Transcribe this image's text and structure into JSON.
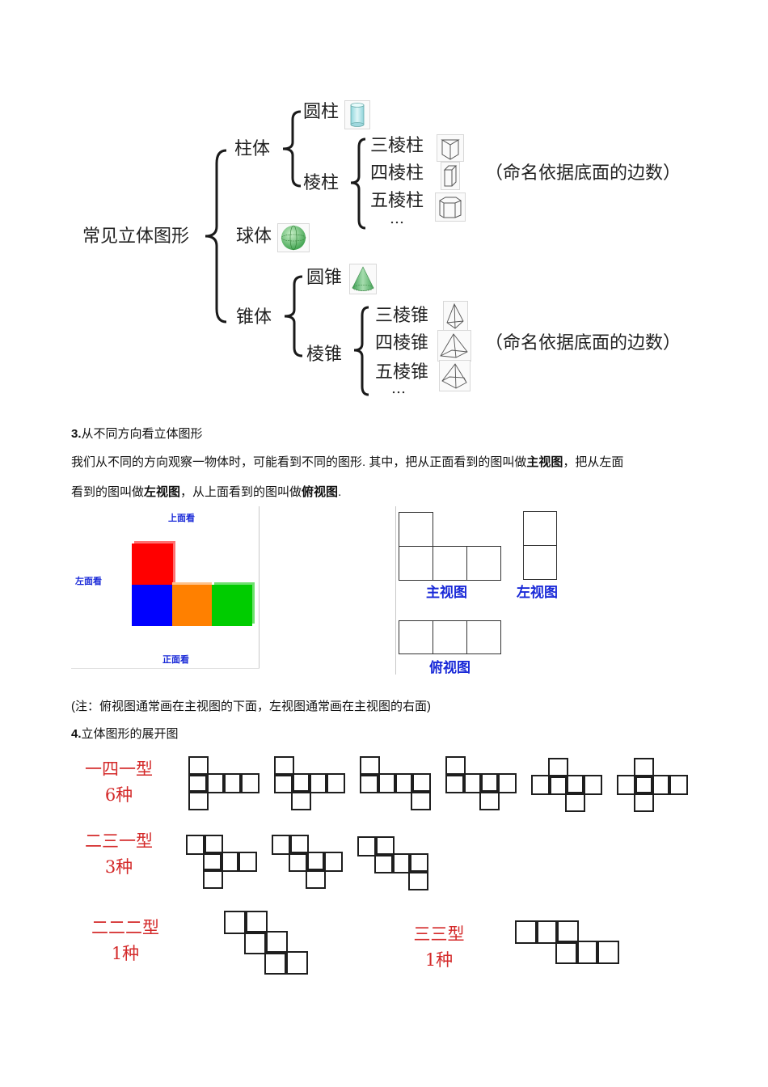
{
  "tree": {
    "root": "常见立体图形",
    "prism": {
      "label": "柱体",
      "cylinder": "圆柱",
      "prisms_label": "棱柱",
      "prisms": [
        "三棱柱",
        "四棱柱",
        "五棱柱"
      ],
      "ellipsis": "…",
      "note": "（命名依据底面的边数）"
    },
    "sphere": {
      "label": "球体"
    },
    "cone_group": {
      "label": "锥体",
      "cone": "圆锥",
      "pyramids_label": "棱锥",
      "pyramids": [
        "三棱锥",
        "四棱锥",
        "五棱锥"
      ],
      "ellipsis": "…",
      "note": "（命名依据底面的边数）"
    }
  },
  "section3": {
    "number": "3.",
    "title": "从不同方向看立体图形",
    "para_line1_a": "我们从不同的方向观察一物体时，可能看到不同的图形. 其中，把从正面看到的图叫做",
    "para_line1_b": "主视图",
    "para_line1_c": "，把从左面",
    "para_line2_a": "看到的图叫做",
    "para_line2_b": "左视图",
    "para_line2_c": "，从上面看到的图叫做",
    "para_line2_d": "俯视图",
    "para_line2_e": ".",
    "figure": {
      "top_label": "上面看",
      "left_label": "左面看",
      "front_label": "正面看",
      "cube_colors": {
        "red": "#ff0000",
        "blue": "#0000ff",
        "orange": "#ff8000",
        "green": "#00cc00"
      }
    },
    "views": {
      "front": "主视图",
      "left": "左视图",
      "top": "俯视图"
    },
    "note": "(注：俯视图通常画在主视图的下面，左视图通常画在主视图的右面)"
  },
  "section4": {
    "number": "4.",
    "title": "立体图形的展开图",
    "groups": [
      {
        "type": "一四一型",
        "count": "6种"
      },
      {
        "type": "二三一型",
        "count": "3种"
      },
      {
        "type": "二二二型",
        "count": "1种"
      },
      {
        "type": "三三型",
        "count": "1种"
      }
    ],
    "nets_141": [
      [
        [
          0,
          0
        ],
        [
          0,
          1
        ],
        [
          1,
          1
        ],
        [
          2,
          1
        ],
        [
          3,
          1
        ],
        [
          0,
          2
        ]
      ],
      [
        [
          0,
          0
        ],
        [
          0,
          1
        ],
        [
          1,
          1
        ],
        [
          2,
          1
        ],
        [
          3,
          1
        ],
        [
          1,
          2
        ]
      ],
      [
        [
          0,
          0
        ],
        [
          0,
          1
        ],
        [
          1,
          1
        ],
        [
          2,
          1
        ],
        [
          3,
          1
        ],
        [
          3,
          2
        ]
      ],
      [
        [
          0,
          0
        ],
        [
          0,
          1
        ],
        [
          1,
          1
        ],
        [
          2,
          1
        ],
        [
          3,
          1
        ],
        [
          2,
          2
        ]
      ],
      [
        [
          1,
          0
        ],
        [
          0,
          1
        ],
        [
          1,
          1
        ],
        [
          2,
          1
        ],
        [
          3,
          1
        ],
        [
          2,
          2
        ]
      ],
      [
        [
          1,
          0
        ],
        [
          0,
          1
        ],
        [
          1,
          1
        ],
        [
          2,
          1
        ],
        [
          3,
          1
        ],
        [
          1,
          2
        ]
      ]
    ],
    "nets_231": [
      [
        [
          0,
          0
        ],
        [
          1,
          0
        ],
        [
          1,
          1
        ],
        [
          2,
          1
        ],
        [
          3,
          1
        ],
        [
          1,
          2
        ]
      ],
      [
        [
          0,
          0
        ],
        [
          1,
          0
        ],
        [
          1,
          1
        ],
        [
          2,
          1
        ],
        [
          3,
          1
        ],
        [
          2,
          2
        ]
      ],
      [
        [
          0,
          0
        ],
        [
          1,
          0
        ],
        [
          1,
          1
        ],
        [
          2,
          1
        ],
        [
          3,
          1
        ],
        [
          3,
          2
        ]
      ]
    ],
    "net_222": [
      [
        0,
        0
      ],
      [
        1,
        0
      ],
      [
        1,
        1
      ],
      [
        2,
        1
      ],
      [
        2,
        2
      ],
      [
        3,
        2
      ]
    ],
    "net_33": [
      [
        0,
        0
      ],
      [
        1,
        0
      ],
      [
        2,
        0
      ],
      [
        2,
        1
      ],
      [
        3,
        1
      ],
      [
        4,
        1
      ]
    ],
    "label_color": "#d42a2a"
  }
}
